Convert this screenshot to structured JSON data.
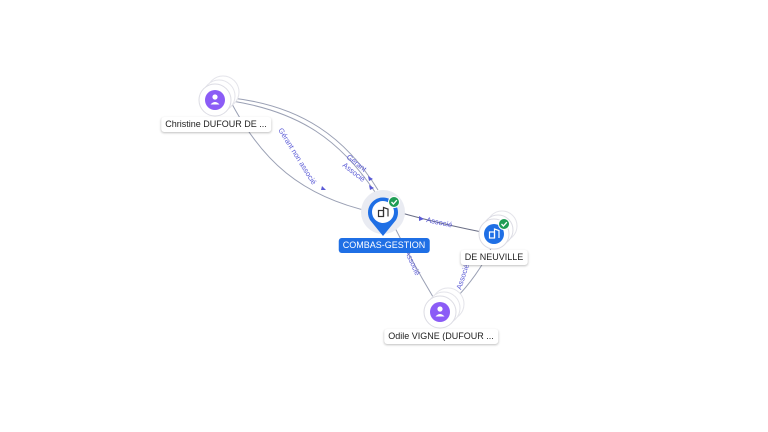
{
  "colors": {
    "edge": "#9aa0b4",
    "edge_label": "#5b5bd6",
    "person": "#8b5cf6",
    "company": "#1f6fe5",
    "check": "#1f9d55"
  },
  "nodes": {
    "christine": {
      "label": "Christine DUFOUR DE ...",
      "icon": "person-icon"
    },
    "combas": {
      "label": "COMBAS-GESTION",
      "icon": "company-icon",
      "badge": "check-icon"
    },
    "neuville": {
      "label": "DE NEUVILLE",
      "icon": "company-icon",
      "badge": "check-icon"
    },
    "odile": {
      "label": "Odile VIGNE (DUFOUR ...",
      "icon": "person-icon"
    }
  },
  "edges": {
    "christine_combas_gerant": "Gérant",
    "christine_combas_associe": "Associé",
    "christine_combas_gnassoc": "Gérant non associé",
    "combas_neuville": "Associé",
    "combas_odile": "Associé",
    "neuville_odile": "Associé"
  }
}
